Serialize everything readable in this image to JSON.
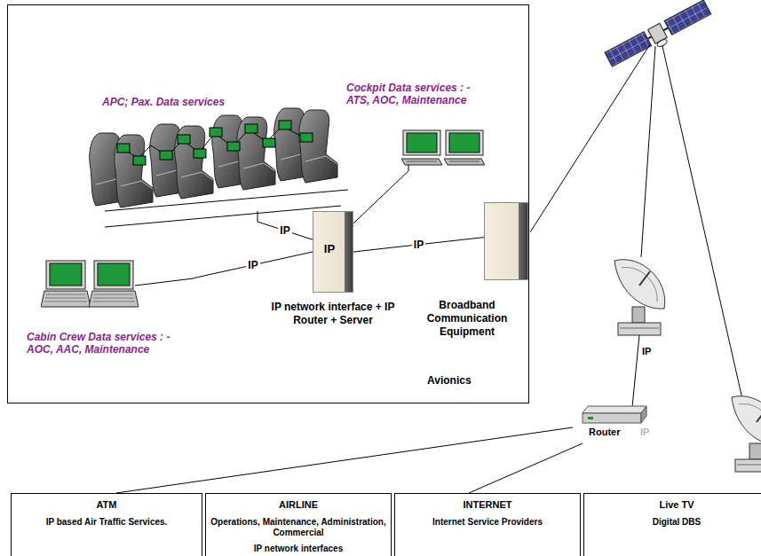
{
  "diagram": {
    "nodes": [
      {
        "text": [
          "Avionics"
        ]
      },
      {
        "text": [
          "APC; Pax. Data services"
        ],
        "in": 0
      },
      {
        "text": [
          "Cockpit Data services : - ATS, AOC, Maintenance"
        ],
        "in": 0
      },
      {
        "text": [
          "IP",
          "IP network interface + IP Router + Server"
        ],
        "in": 0
      },
      {
        "text": [
          "Cabin Crew Data services : - AOC, AAC, Maintenance"
        ],
        "in": 0
      },
      {
        "text": [
          "Broadband Communication Equipment"
        ],
        "in": 0
      },
      {
        "text": [
          "Router",
          "IP"
        ]
      },
      {
        "text": [
          "ATM",
          "IP based Air Traffic Services."
        ]
      },
      {
        "text": [
          "AIRLINE",
          "Operations, Maintenance, Administration, Commercial",
          "IP network interfaces"
        ]
      },
      {
        "text": [
          "INTERNET",
          "Internet Service Providers"
        ]
      },
      {
        "text": [
          "Live TV",
          "Digital DBS"
        ]
      }
    ],
    "edges": [
      {
        "from": 1,
        "to": 3,
        "label": "IP",
        "arrow": "none"
      },
      {
        "from": 4,
        "to": 3,
        "label": "IP",
        "arrow": "none"
      },
      {
        "from": 2,
        "to": 3,
        "arrow": "none"
      },
      {
        "from": 3,
        "to": 5,
        "label": "IP",
        "arrow": "none"
      },
      {
        "from": 6,
        "to": 7,
        "arrow": "none"
      },
      {
        "from": 6,
        "to": 9,
        "arrow": "none"
      }
    ],
    "labels": [
      "IP"
    ]
  }
}
